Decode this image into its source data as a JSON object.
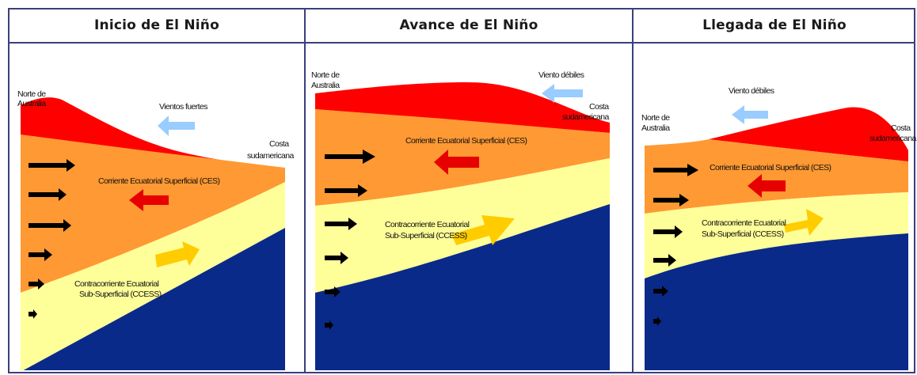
{
  "panels": [
    {
      "title": "Inicio de El Niño",
      "west_label": [
        "Norte de",
        "Australia"
      ],
      "east_label": [
        "Costa",
        "sudamericana"
      ],
      "wind_label": "Vientos fuertes",
      "surface_current_label": "Corriente Ecuatorial Superficial (CES)",
      "undercurrent_label": [
        "Contracorriente Ecuatorial",
        "Sub-Superficial (CCESS)"
      ]
    },
    {
      "title": "Avance de El Niño",
      "west_label": [
        "Norte de",
        "Australia"
      ],
      "east_label": [
        "Costa",
        "sudamericana"
      ],
      "wind_label": "Viento  débiles",
      "surface_current_label": "Corriente Ecuatorial Superficial (CES)",
      "undercurrent_label": [
        "Contracorriente Ecuatorial",
        "Sub-Superficial (CCESS)"
      ]
    },
    {
      "title": "Llegada de El Niño",
      "west_label": [
        "Norte de",
        "Australia"
      ],
      "east_label": [
        "Costa",
        "sudamericana"
      ],
      "wind_label": "Viento  débiles",
      "surface_current_label": "Corriente Ecuatorial Superficial (CES)",
      "undercurrent_label": [
        "Contracorriente Ecuatorial",
        "Sub-Superficial (CCESS)"
      ]
    }
  ],
  "colors": {
    "warm_layer": "#ff0000",
    "surface_layer": "#ff9933",
    "undercurrent_layer": "#ffff99",
    "deep_layer": "#0a2a8a",
    "wind_arrow": "#99ccff",
    "surface_arrow": "#e60000",
    "undercurrent_arrow": "#ffcc00",
    "push_arrow": "#000000",
    "frame": "#3b3f7c"
  }
}
